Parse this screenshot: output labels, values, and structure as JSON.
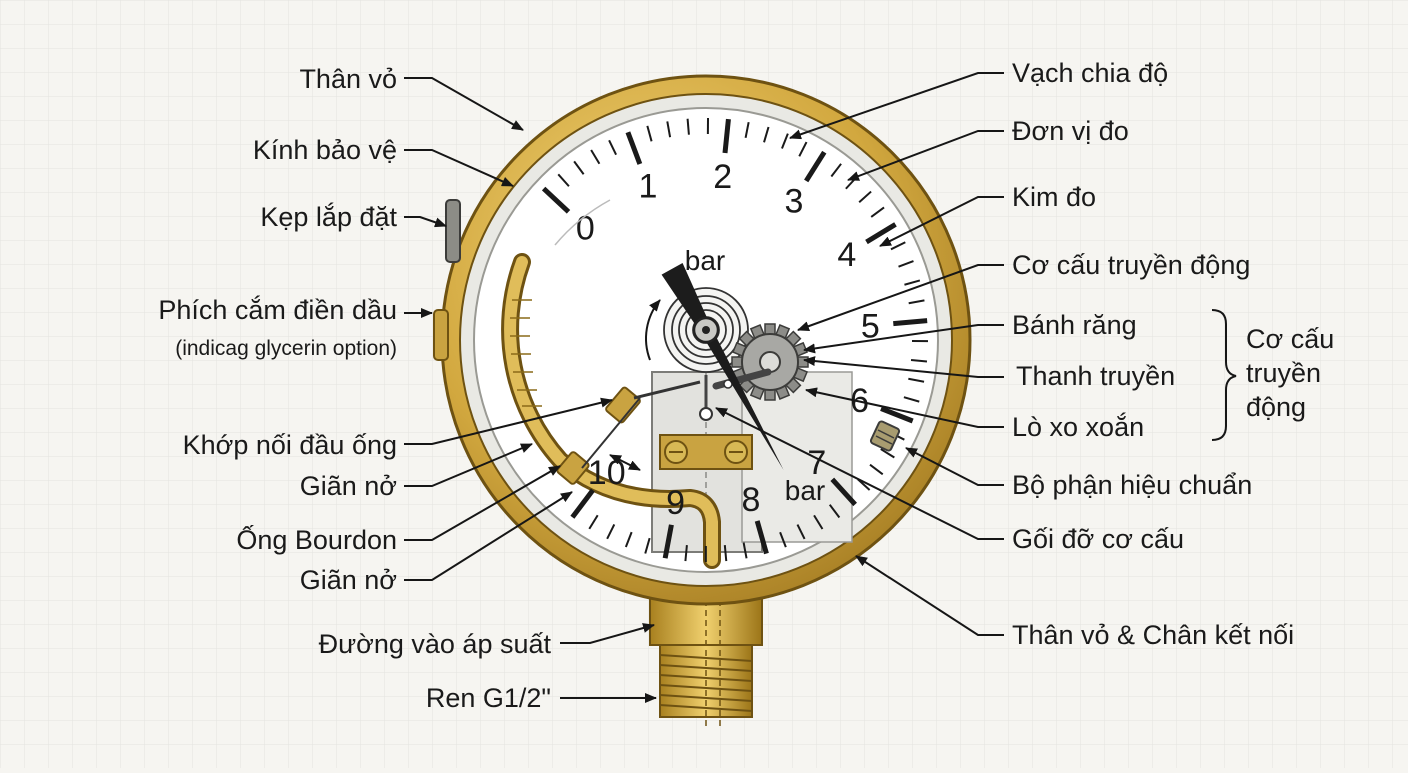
{
  "labels_left": {
    "than_vo": "Thân vỏ",
    "kinh_bao_ve": "Kính bảo vệ",
    "kep_lap_dat": "Kẹp lắp đặt",
    "phich_cam": "Phích cắm điền dầu",
    "phich_cam_sub": "(indicag glycerin option)",
    "khop_noi": "Khớp nối đầu ống",
    "gian_no_1": "Giãn nở",
    "ong_bourdon": "Ống Bourdon",
    "gian_no_2": "Giãn nở",
    "duong_vao": "Đường vào áp suất",
    "ren": "Ren G1/2\""
  },
  "labels_right": {
    "vach_chia": "Vạch chia độ",
    "don_vi": "Đơn vị đo",
    "kim_do": "Kim đo",
    "co_cau": "Cơ cấu truyền động",
    "banh_rang": "Bánh răng",
    "thanh_truyen": "Thanh truyền",
    "lo_xo": "Lò xo xoắn",
    "hieu_chuan": "Bộ phận hiệu chuẩn",
    "goi_do": "Gối đỡ cơ cấu",
    "chan_ket_noi": "Thân vỏ & Chân kết nối"
  },
  "group_label": {
    "line1": "Cơ cấu",
    "line2": "truyền",
    "line3": "động"
  },
  "dial": {
    "numbers": [
      "0",
      "1",
      "2",
      "3",
      "4",
      "5",
      "6",
      "7",
      "8",
      "9",
      "10"
    ],
    "unit_top": "bar",
    "unit_bottom": "bar",
    "needle_value": 7.5
  },
  "colors": {
    "brass": "#c9a341",
    "brass_dark": "#8a6a18",
    "dial_face": "#ffffff",
    "background": "#f6f5f1"
  }
}
